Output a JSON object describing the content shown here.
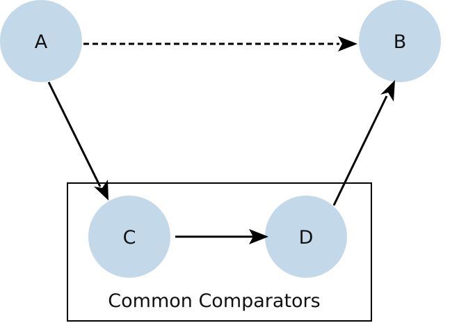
{
  "diagram": {
    "nodes": {
      "a": {
        "label": "A"
      },
      "b": {
        "label": "B"
      },
      "c": {
        "label": "C"
      },
      "d": {
        "label": "D"
      }
    },
    "group": {
      "label": "Common Comparators"
    },
    "edges": [
      {
        "from": "A",
        "to": "B",
        "style": "dashed"
      },
      {
        "from": "A",
        "to": "C",
        "style": "solid"
      },
      {
        "from": "C",
        "to": "D",
        "style": "solid"
      },
      {
        "from": "D",
        "to": "B",
        "style": "solid"
      }
    ],
    "colors": {
      "node_fill": "#c3d8e8",
      "stroke": "#000000"
    }
  }
}
